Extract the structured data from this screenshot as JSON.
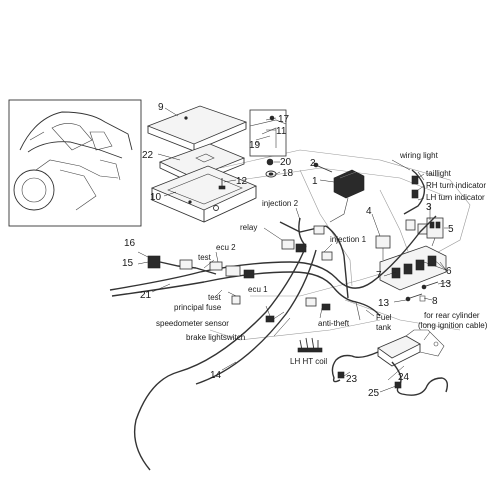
{
  "labels": {
    "n1": "1",
    "n2": "2",
    "n3": "3",
    "n4": "4",
    "n5": "5",
    "n6": "6",
    "n7": "7",
    "n8": "8",
    "n9": "9",
    "n10": "10",
    "n11": "11",
    "n12": "12",
    "n13a": "13",
    "n13b": "13",
    "n14": "14",
    "n15": "15",
    "n16": "16",
    "n17": "17",
    "n18": "18",
    "n19": "19",
    "n20": "20",
    "n21": "21",
    "n22": "22",
    "n23": "23",
    "n24": "24",
    "n25": "25",
    "wiring_light": "wiring light",
    "taillight": "taillight",
    "rh_turn": "RH turn indicator",
    "lh_turn": "LH turn indicator",
    "injection2": "injection 2",
    "injection1": "injection 1",
    "relay": "relay",
    "ecu2": "ecu  2",
    "ecu1": "ecu 1",
    "test1": "test",
    "test2": "test",
    "principal_fuse": "principal fuse",
    "speedometer_sensor": "speedometer sensor",
    "brake_light_switch": "brake lightswitch",
    "anti_theft": "anti-theft",
    "fuel_tank_1": "Fuel",
    "fuel_tank_2": "tank",
    "lh_ht_coil": "LH HT coil",
    "rear_cyl_1": "for rear cylinder",
    "rear_cyl_2": "(long ignition cable)"
  }
}
